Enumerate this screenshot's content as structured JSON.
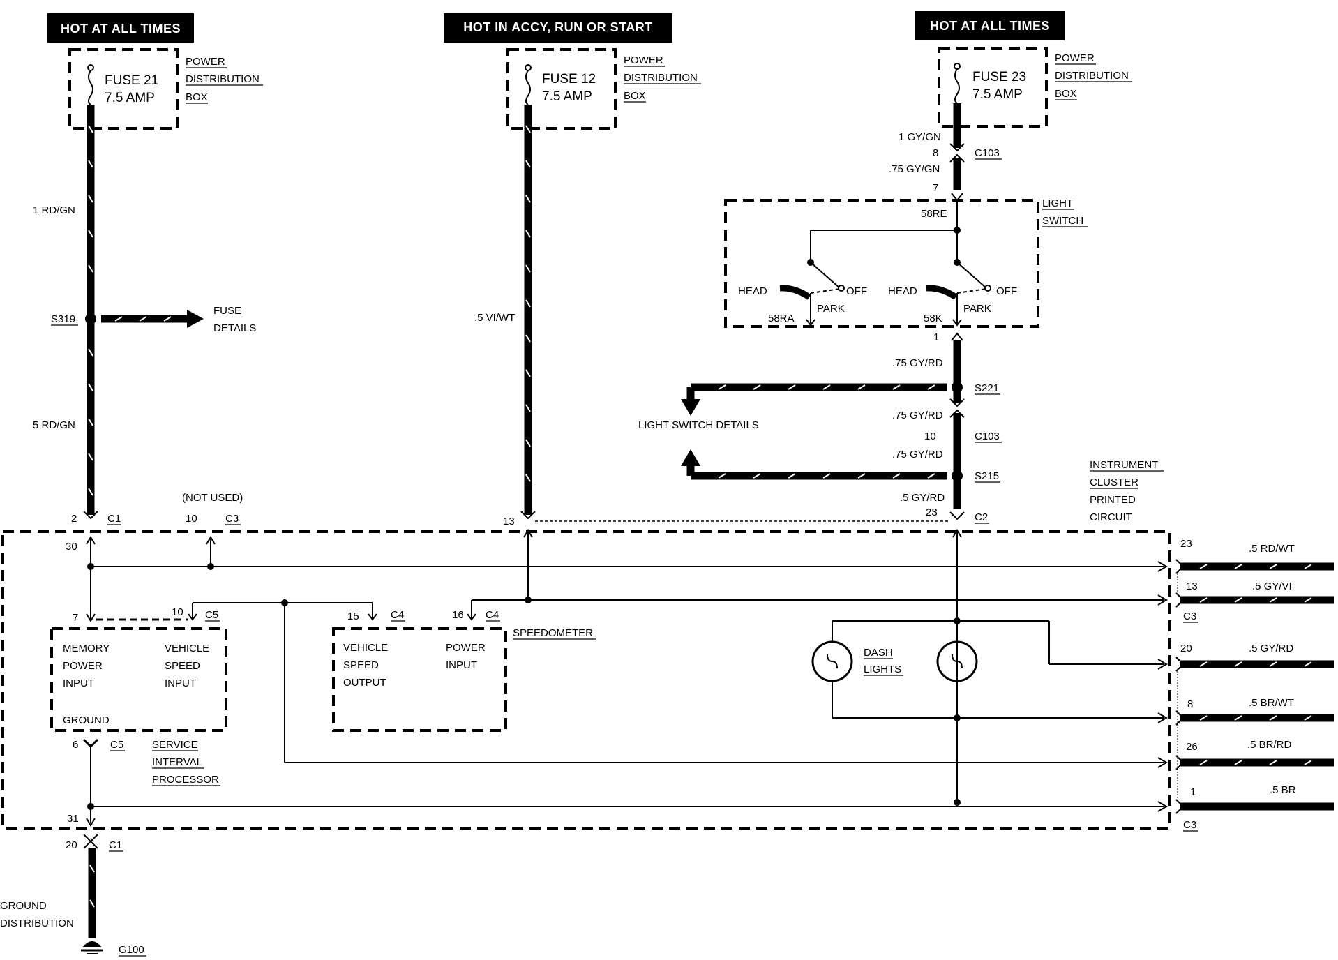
{
  "headers": {
    "h1": "HOT AT ALL TIMES",
    "h2": "HOT IN ACCY, RUN OR START",
    "h3": "HOT AT ALL TIMES"
  },
  "fuses": {
    "f21": {
      "name": "FUSE 21",
      "rating": "7.5 AMP"
    },
    "f12": {
      "name": "FUSE 12",
      "rating": "7.5 AMP"
    },
    "f23": {
      "name": "FUSE 23",
      "rating": "7.5 AMP"
    }
  },
  "pdb": {
    "l1": "POWER",
    "l2": "DISTRIBUTION",
    "l3": "BOX"
  },
  "wires": {
    "w1": "1 RD/GN",
    "w2": "5 RD/GN",
    "w3": ".5 VI/WT",
    "w4": "1 GY/GN",
    "w5": ".75 GY/GN",
    "w6": ".75 GY/RD",
    "w7": ".75 GY/RD",
    "w8": ".75 GY/RD",
    "w9": ".5 GY/RD"
  },
  "splices": {
    "s319": "S319",
    "s221": "S221",
    "s215": "S215"
  },
  "fuse_details": {
    "l1": "FUSE",
    "l2": "DETAILS"
  },
  "light_switch_details": "LIGHT SWITCH DETAILS",
  "connectors": {
    "c103": "C103",
    "c1": "C1",
    "c2": "C2",
    "c3": "C3",
    "c4": "C4",
    "c5": "C5"
  },
  "pins": {
    "p8": "8",
    "p7": "7",
    "p1": "1",
    "p10": "10",
    "p2": "2",
    "p10b": "10",
    "p13": "13",
    "p23": "23",
    "p30": "30",
    "p7b": "7",
    "p10c": "10",
    "p15": "15",
    "p16": "16",
    "p6": "6",
    "p31": "31",
    "p20": "20"
  },
  "not_used": "(NOT USED)",
  "light_switch": {
    "title1": "LIGHT",
    "title2": "SWITCH",
    "t58re": "58RE",
    "head": "HEAD",
    "off": "OFF",
    "park": "PARK",
    "t58ra": "58RA",
    "t58k": "58K"
  },
  "instrument_cluster": {
    "l1": "INSTRUMENT",
    "l2": "CLUSTER",
    "l3": "PRINTED",
    "l4": "CIRCUIT"
  },
  "sip": {
    "mem1": "MEMORY",
    "mem2": "POWER",
    "mem3": "INPUT",
    "veh1": "VEHICLE",
    "veh2": "SPEED",
    "veh3": "INPUT",
    "ground": "GROUND",
    "name1": "SERVICE",
    "name2": "INTERVAL",
    "name3": "PROCESSOR"
  },
  "speedo": {
    "vso1": "VEHICLE",
    "vso2": "SPEED",
    "vso3": "OUTPUT",
    "pi1": "POWER",
    "pi2": "INPUT",
    "name": "SPEEDOMETER"
  },
  "dash_lights": {
    "l1": "DASH",
    "l2": "LIGHTS"
  },
  "outputs": [
    {
      "pin": "23",
      "wire": ".5 RD/WT"
    },
    {
      "pin": "13",
      "wire": ".5 GY/VI"
    },
    {
      "pin": "20",
      "wire": ".5 GY/RD"
    },
    {
      "pin": "8",
      "wire": ".5 BR/WT"
    },
    {
      "pin": "26",
      "wire": ".5 BR/RD"
    },
    {
      "pin": "1",
      "wire": ".5 BR"
    }
  ],
  "ground": {
    "l1": "GROUND",
    "l2": "DISTRIBUTION",
    "g100": "G100"
  }
}
